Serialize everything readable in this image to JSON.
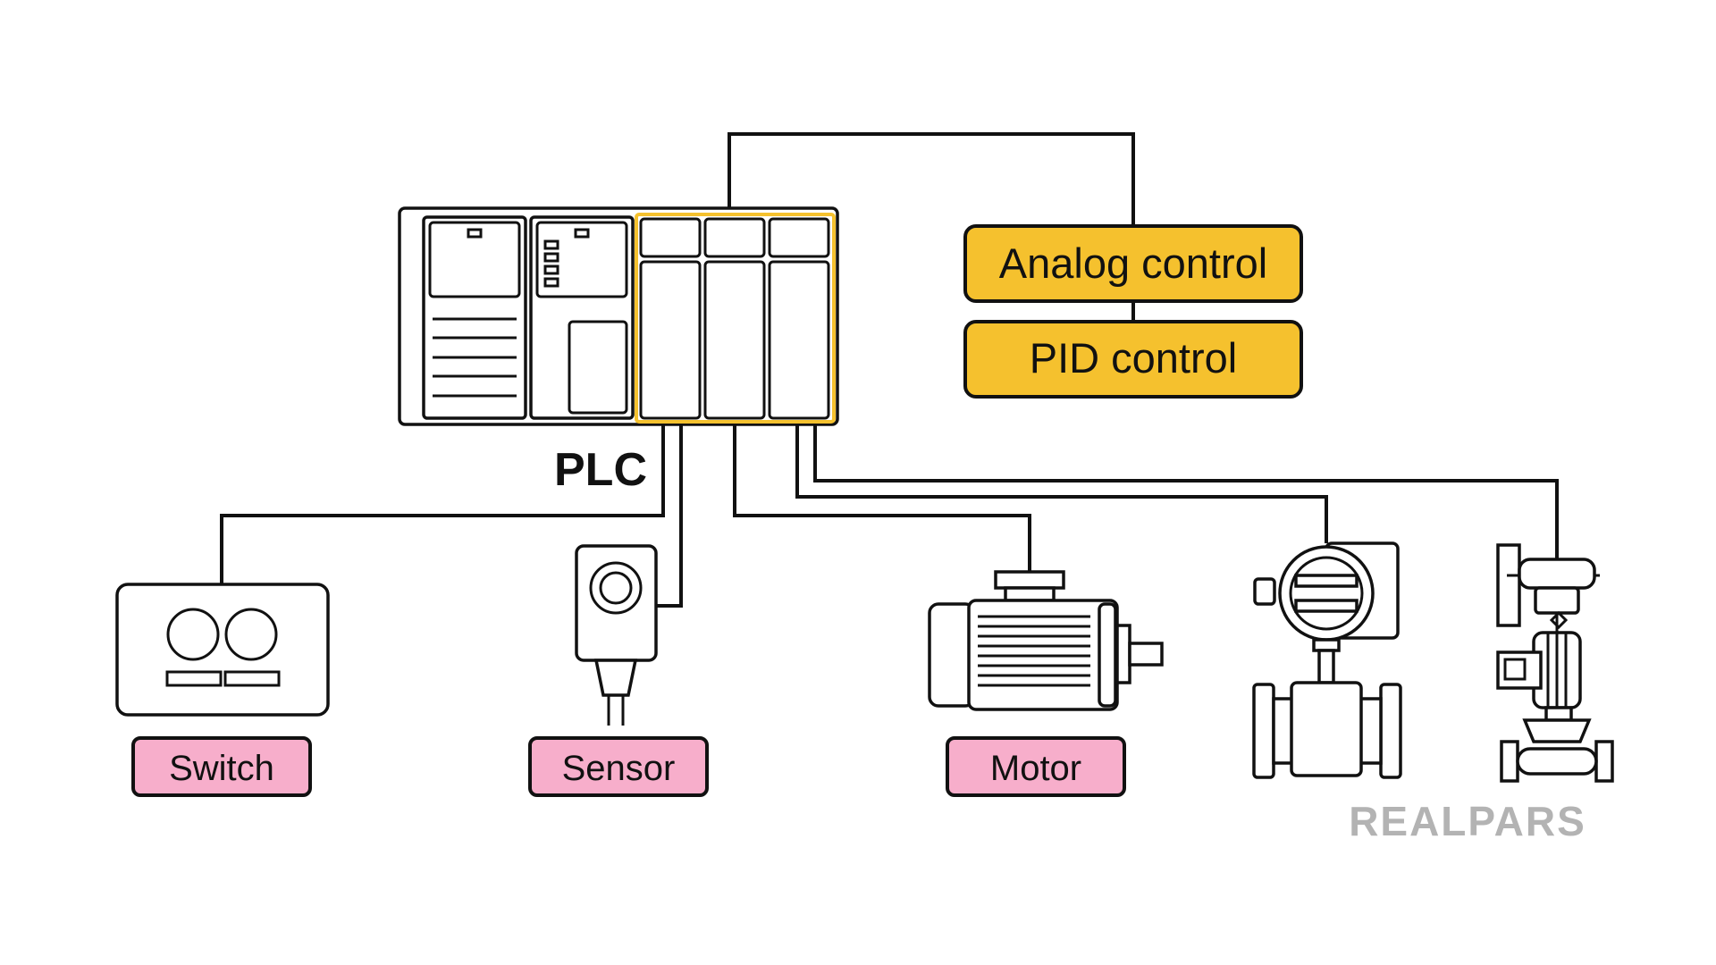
{
  "plc": {
    "label": "PLC"
  },
  "control_blocks": [
    {
      "label": "Analog control"
    },
    {
      "label": "PID control"
    }
  ],
  "devices": [
    {
      "label": "Switch"
    },
    {
      "label": "Sensor"
    },
    {
      "label": "Motor"
    }
  ],
  "logo": {
    "text": "REALPARS"
  },
  "colors": {
    "control_fill": "#F5C12E",
    "device_label_fill": "#F7AECB",
    "io_module_outline": "#F5C12E",
    "line": "#111111",
    "logo": "#B3B3B3"
  }
}
